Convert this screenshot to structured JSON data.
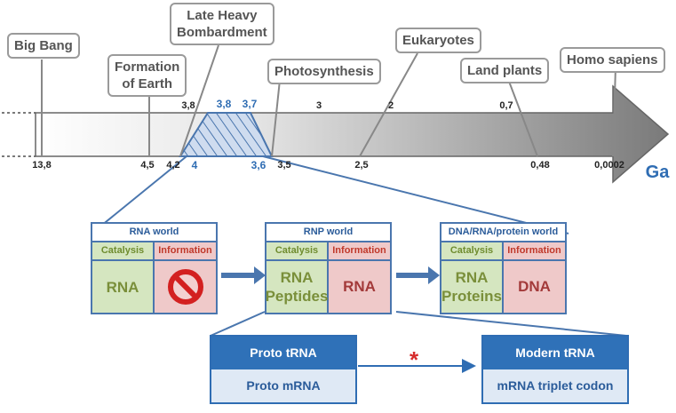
{
  "timeline": {
    "unit": "Ga",
    "ticks_above": [
      "3,8",
      "3",
      "2",
      "0,7"
    ],
    "ticks_above_blue": [
      "3,8",
      "3,7"
    ],
    "ticks_below": [
      "13,8",
      "4,5",
      "4,2",
      "3,5",
      "2,5",
      "0,48",
      "0,0002"
    ],
    "ticks_below_blue": [
      "4",
      "3,6"
    ]
  },
  "events": {
    "big_bang": "Big Bang",
    "earth_line1": "Formation",
    "earth_line2": "of Earth",
    "lhb_line1": "Late Heavy",
    "lhb_line2": "Bombardment",
    "photosynthesis": "Photosynthesis",
    "eukaryotes": "Eukaryotes",
    "land_plants": "Land plants",
    "homo_sapiens": "Homo sapiens"
  },
  "worlds": [
    {
      "title": "RNA world",
      "catalysis_label": "Catalysis",
      "information_label": "Information",
      "catalysis": "RNA",
      "information": "",
      "information_icon": "prohibited-icon"
    },
    {
      "title": "RNP world",
      "catalysis_label": "Catalysis",
      "information_label": "Information",
      "catalysis_line1": "RNA",
      "catalysis_line2": "Peptides",
      "information": "RNA"
    },
    {
      "title": "DNA/RNA/protein world",
      "catalysis_label": "Catalysis",
      "information_label": "Information",
      "catalysis_line1": "RNA",
      "catalysis_line2": "Proteins",
      "information": "DNA"
    }
  ],
  "trna": {
    "left_top": "Proto tRNA",
    "left_bottom": "Proto mRNA",
    "right_top": "Modern tRNA",
    "right_bottom": "mRNA triplet codon",
    "marker": "*"
  },
  "colors": {
    "accent_blue": "#2f6db3",
    "catalysis_green": "#d5e6c0",
    "information_red": "#efc9c9",
    "callout_gray": "#9a9a9a"
  }
}
